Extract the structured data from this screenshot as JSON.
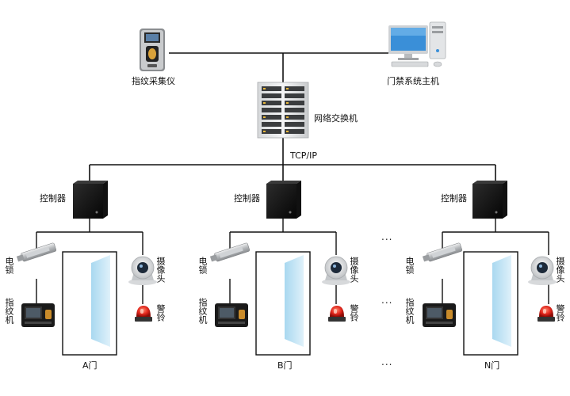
{
  "top": {
    "fingerprint_collector_label": "指纹采集仪",
    "access_host_label": "门禁系统主机",
    "network_switch_label": "网络交换机",
    "protocol_label": "TCP/IP"
  },
  "groups": [
    {
      "controller_label": "控制器",
      "lock_label": "电锁",
      "fingerprint_label": "指纹机",
      "camera_label": "摄像头",
      "alarm_label": "警铃",
      "door_label": "A门"
    },
    {
      "controller_label": "控制器",
      "lock_label": "电锁",
      "fingerprint_label": "指纹机",
      "camera_label": "摄像头",
      "alarm_label": "警铃",
      "door_label": "B门"
    },
    {
      "controller_label": "控制器",
      "lock_label": "电锁",
      "fingerprint_label": "指纹机",
      "camera_label": "摄像头",
      "alarm_label": "警铃",
      "door_label": "N门"
    }
  ],
  "ellipsis": [
    "...",
    "...",
    "..."
  ],
  "colors": {
    "line": "#111111",
    "door_glass": "#bfe3f5",
    "alarm_red": "#e1251b",
    "device_dark": "#1a1a1a",
    "monitor_blue": "#3a8fd8"
  }
}
